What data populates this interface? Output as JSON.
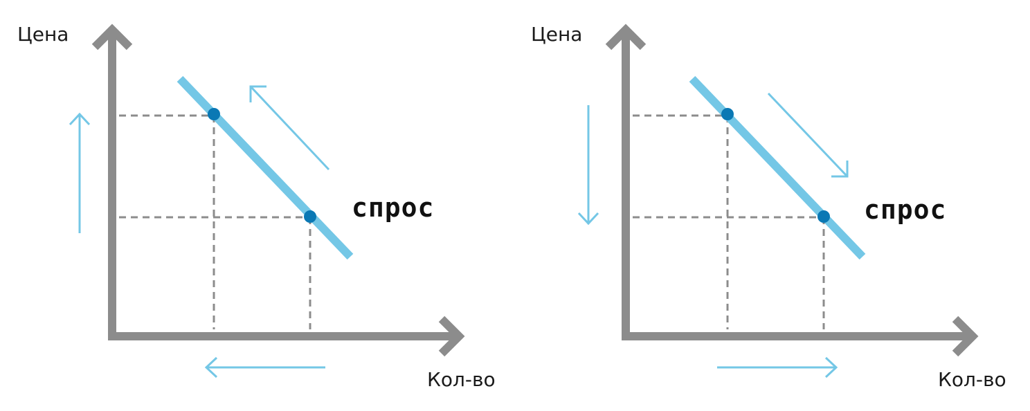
{
  "colors": {
    "axis": "#8c8c8c",
    "curve": "#74c7e6",
    "point": "#0a78b4",
    "arrow": "#74c7e6",
    "guide": "#8c8c8c"
  },
  "panels": [
    {
      "y_axis_label": "Цена",
      "x_axis_label": "Кол-во",
      "curve_label": "спрос",
      "price_direction": "up",
      "quantity_direction": "left",
      "movement_along_curve": "up-left"
    },
    {
      "y_axis_label": "Цена",
      "x_axis_label": "Кол-во",
      "curve_label": "спрос",
      "price_direction": "down",
      "quantity_direction": "right",
      "movement_along_curve": "down-right"
    }
  ]
}
